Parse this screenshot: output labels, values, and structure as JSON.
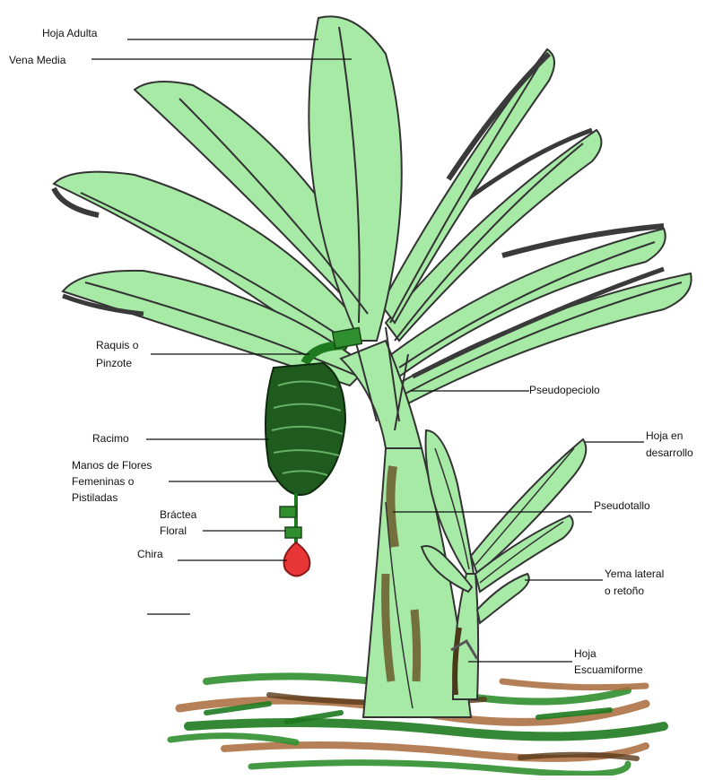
{
  "labels": {
    "hoja_adulta": "Hoja Adulta",
    "vena_media": "Vena Media",
    "raquis_1": "Raquis o",
    "raquis_2": "Pinzote",
    "racimo": "Racimo",
    "manos_1": "Manos de Flores",
    "manos_2": "Femeninas o",
    "manos_3": "Pistiladas",
    "bractea_1": "Bráctea",
    "bractea_2": "Floral",
    "chira": "Chira",
    "pseudopeciolo": "Pseudopeciolo",
    "hoja_desarrollo_1": "Hoja en",
    "hoja_desarrollo_2": "desarrollo",
    "pseudotallo": "Pseudotallo",
    "yema_1": "Yema lateral",
    "yema_2": "o retoño",
    "escuamiforme_1": "Hoja",
    "escuamiforme_2": "Escuamiforme"
  },
  "colors": {
    "leaf_fill": "#a6eaa6",
    "leaf_outline": "#333333",
    "leaf_shadow": "#3a3a3a",
    "bunch": "#1f5a1f",
    "chira": "#e83535",
    "stem_stain": "#6b5a2a",
    "ground_green": "#2f8f2f",
    "ground_brown": "#a86a3a"
  }
}
